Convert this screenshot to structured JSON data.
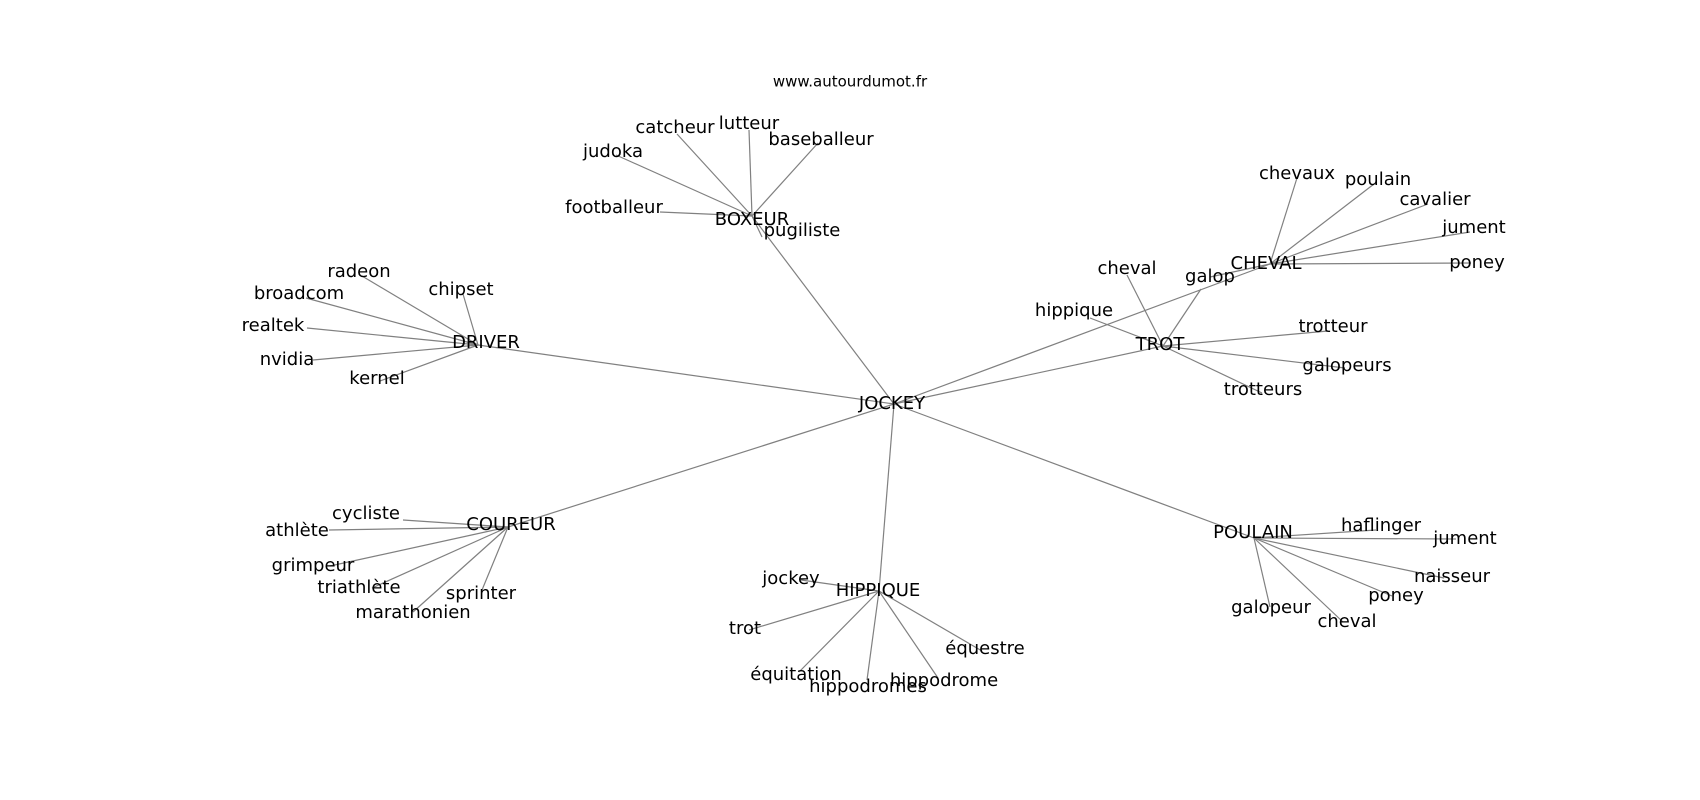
{
  "watermark": "www.autourdumot.fr",
  "center": "JOCKEY",
  "groups": [
    {
      "hub": "BOXEUR",
      "words": [
        "catcheur",
        "lutteur",
        "baseballeur",
        "judoka",
        "footballeur",
        "pugiliste"
      ]
    },
    {
      "hub": "DRIVER",
      "words": [
        "radeon",
        "broadcom",
        "chipset",
        "realtek",
        "nvidia",
        "kernel"
      ]
    },
    {
      "hub": "CHEVAL",
      "words": [
        "chevaux",
        "poulain",
        "cavalier",
        "jument",
        "poney",
        "galop"
      ]
    },
    {
      "hub": "TROT",
      "words": [
        "cheval",
        "hippique",
        "galop",
        "trotteur",
        "galopeurs",
        "trotteurs"
      ]
    },
    {
      "hub": "COUREUR",
      "words": [
        "cycliste",
        "athlète",
        "grimpeur",
        "triathlète",
        "sprinter",
        "marathonien"
      ]
    },
    {
      "hub": "HIPPIQUE",
      "words": [
        "jockey",
        "trot",
        "équitation",
        "hippodromes",
        "hippodrome",
        "équestre"
      ]
    },
    {
      "hub": "POULAIN",
      "words": [
        "haflinger",
        "jument",
        "naisseur",
        "poney",
        "cheval",
        "galopeur"
      ]
    }
  ]
}
